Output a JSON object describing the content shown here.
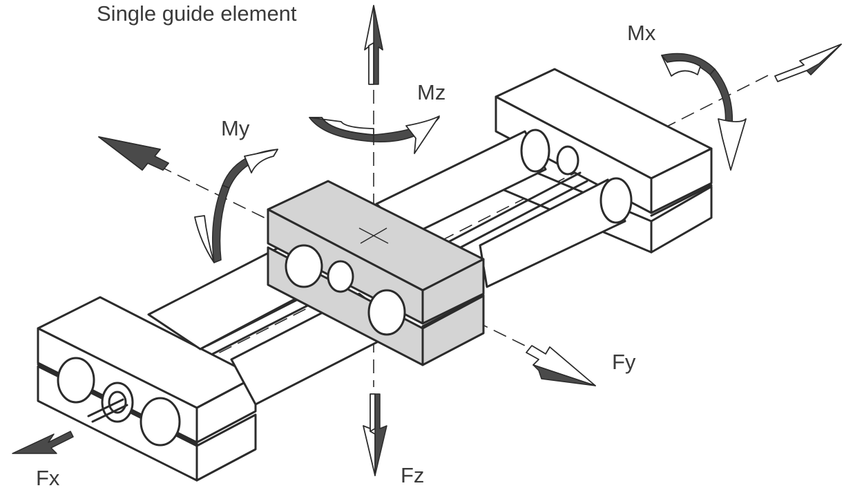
{
  "title": "Single guide element",
  "labels": {
    "mx": "Mx",
    "mz": "Mz",
    "my": "My",
    "fy": "Fy",
    "fx": "Fx",
    "fz": "Fz"
  },
  "colors": {
    "line": "#2b2b2b",
    "carriage_fill": "#d4d4d4",
    "arrow_dark": "#4a4a4a",
    "background": "#ffffff",
    "text": "#3a3a3a"
  }
}
